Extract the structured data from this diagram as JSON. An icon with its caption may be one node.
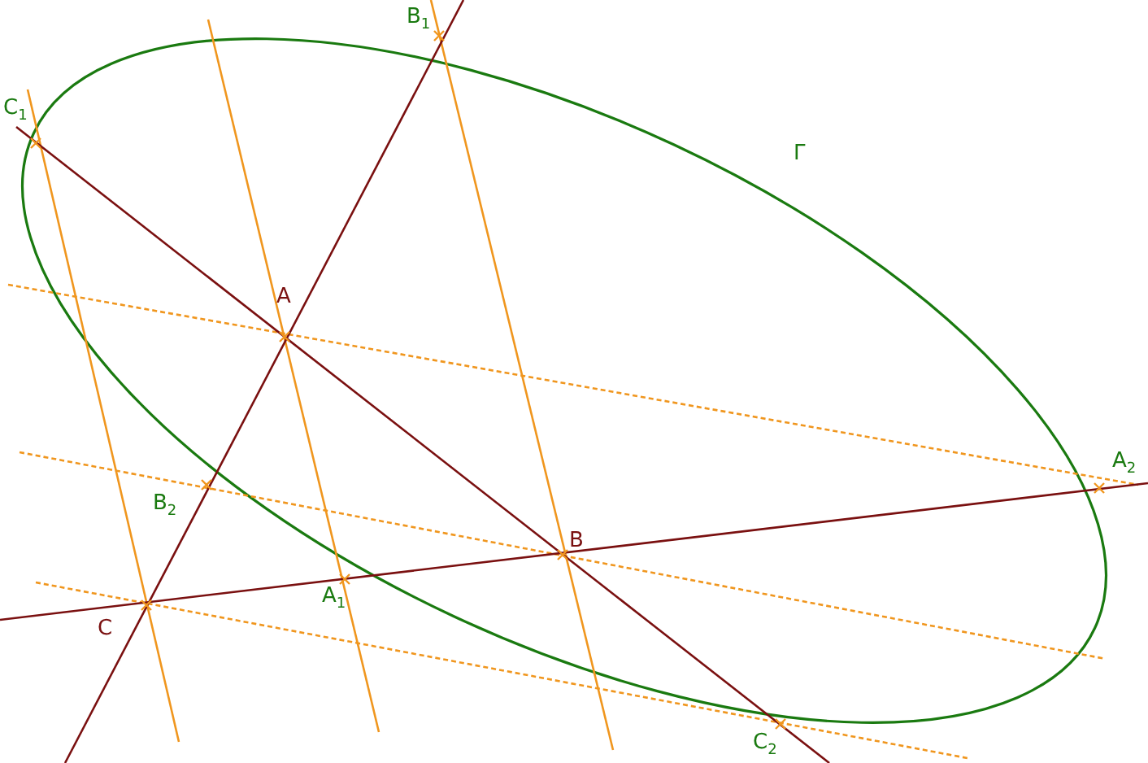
{
  "diagram": {
    "labels": [
      "C$_{1}$",
      "B$_{1}$",
      "Γ",
      "A",
      "A$_{2}$",
      "B$_{2}$",
      "B",
      "C",
      "A$_{1}$",
      "C$_{2}$"
    ]
  }
}
